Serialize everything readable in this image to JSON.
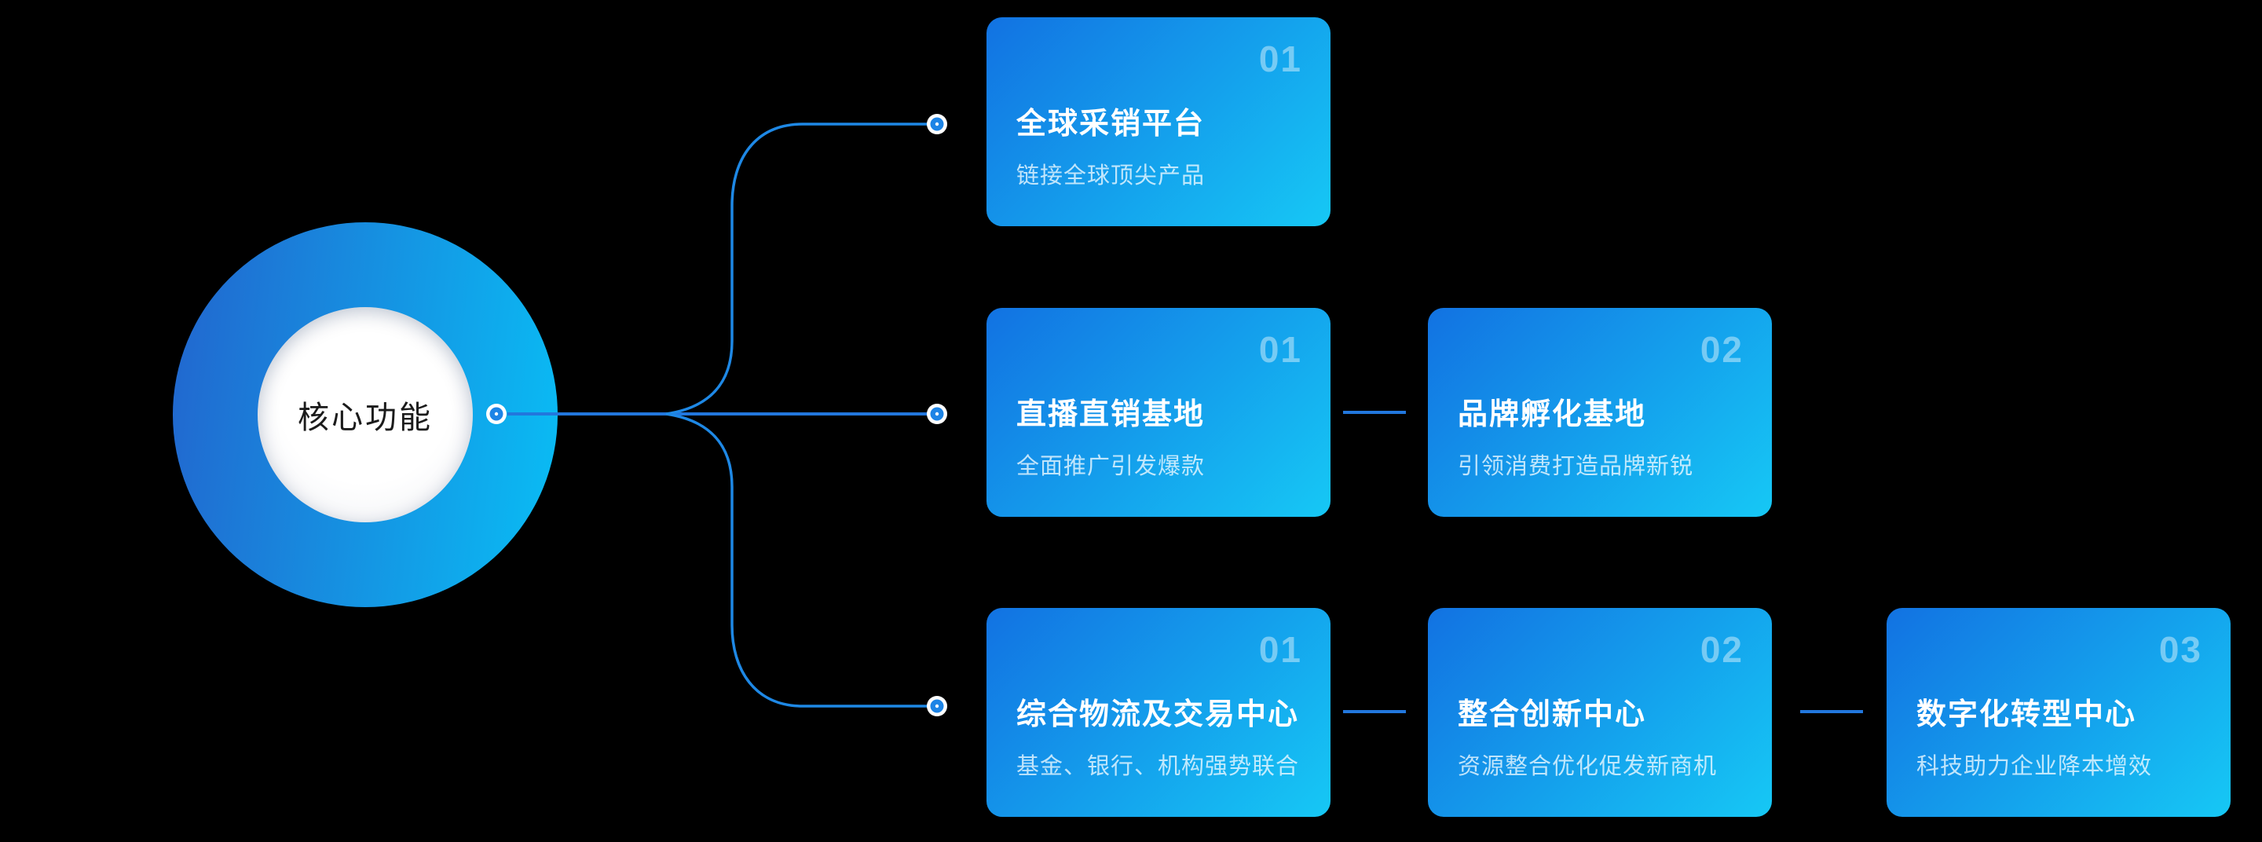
{
  "hub": {
    "label": "核心功能"
  },
  "colors": {
    "background": "#000000",
    "card_gradient_start": "#1272E2",
    "card_gradient_end": "#16C8F5",
    "hub_gradient_start": "#2265CE",
    "hub_gradient_end": "#09BEF5",
    "connector_line": "#2277DD",
    "card_title_text": "#FFFFFF",
    "card_number_text": "rgba(255,255,255,0.42)",
    "hub_label_text": "#1B1B1B"
  },
  "rows": [
    {
      "cards": [
        {
          "num": "01",
          "title": "全球采销平台",
          "subtitle": "链接全球顶尖产品"
        }
      ]
    },
    {
      "cards": [
        {
          "num": "01",
          "title": "直播直销基地",
          "subtitle": "全面推广引发爆款"
        },
        {
          "num": "02",
          "title": "品牌孵化基地",
          "subtitle": "引领消费打造品牌新锐"
        }
      ]
    },
    {
      "cards": [
        {
          "num": "01",
          "title": "综合物流及交易中心",
          "subtitle": "基金、银行、机构强势联合"
        },
        {
          "num": "02",
          "title": "整合创新中心",
          "subtitle": "资源整合优化促发新商机"
        },
        {
          "num": "03",
          "title": "数字化转型中心",
          "subtitle": "科技助力企业降本增效"
        }
      ]
    }
  ]
}
